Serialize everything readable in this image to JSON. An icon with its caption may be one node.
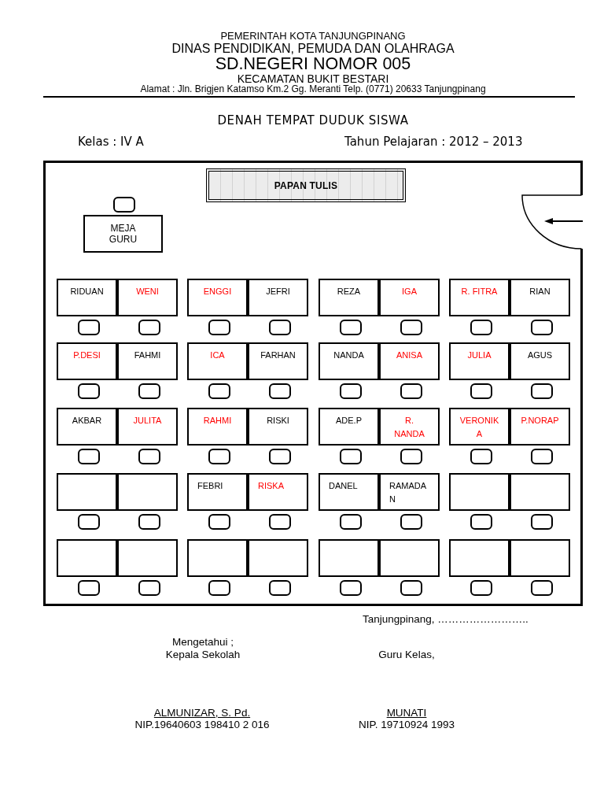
{
  "diagram": {
    "title": "DENAH TEMPAT DUDUK SISWA",
    "nodes": [
      {
        "text": [],
        "shape": "box"
      },
      {
        "text": [
          "PAPAN TULIS"
        ],
        "in": 0
      },
      {
        "text": [
          "MEJA GURU"
        ],
        "in": 0
      },
      {
        "text": [
          "RIDUAN"
        ],
        "in": 0
      },
      {
        "text": [
          "WENI"
        ],
        "in": 0
      },
      {
        "text": [
          "ENGGI"
        ],
        "in": 0
      },
      {
        "text": [
          "JEFRI"
        ],
        "in": 0
      },
      {
        "text": [
          "REZA"
        ],
        "in": 0
      },
      {
        "text": [
          "IGA"
        ],
        "in": 0
      },
      {
        "text": [
          "R. FITRA"
        ],
        "in": 0
      },
      {
        "text": [
          "RIAN"
        ],
        "in": 0
      },
      {
        "text": [
          "P.DESI"
        ],
        "in": 0
      },
      {
        "text": [
          "FAHMI"
        ],
        "in": 0
      },
      {
        "text": [
          "ICA"
        ],
        "in": 0
      },
      {
        "text": [
          "FARHAN"
        ],
        "in": 0
      },
      {
        "text": [
          "NANDA"
        ],
        "in": 0
      },
      {
        "text": [
          "ANISA"
        ],
        "in": 0
      },
      {
        "text": [
          "JULIA"
        ],
        "in": 0
      },
      {
        "text": [
          "AGUS"
        ],
        "in": 0
      },
      {
        "text": [
          "AKBAR"
        ],
        "in": 0
      },
      {
        "text": [
          "JULITA"
        ],
        "in": 0
      },
      {
        "text": [
          "RAHMI"
        ],
        "in": 0
      },
      {
        "text": [
          "RISKI"
        ],
        "in": 0
      },
      {
        "text": [
          "ADE.P"
        ],
        "in": 0
      },
      {
        "text": [
          "R. NANDA"
        ],
        "in": 0
      },
      {
        "text": [
          "VERONIKA"
        ],
        "in": 0
      },
      {
        "text": [
          "P.NORAP"
        ],
        "in": 0
      },
      {
        "text": [],
        "shape": "box",
        "in": 0
      },
      {
        "text": [],
        "shape": "box",
        "in": 0
      },
      {
        "text": [
          "FEBRI"
        ],
        "in": 0
      },
      {
        "text": [
          "RISKA"
        ],
        "in": 0
      },
      {
        "text": [
          "DANEL"
        ],
        "in": 0
      },
      {
        "text": [
          "RAMADAN"
        ],
        "in": 0
      },
      {
        "text": [],
        "shape": "box",
        "in": 0
      },
      {
        "text": [],
        "shape": "box",
        "in": 0
      },
      {
        "text": [],
        "shape": "box",
        "in": 0
      },
      {
        "text": [],
        "shape": "box",
        "in": 0
      },
      {
        "text": [],
        "shape": "box",
        "in": 0
      },
      {
        "text": [],
        "shape": "box",
        "in": 0
      },
      {
        "text": [],
        "shape": "box",
        "in": 0
      },
      {
        "text": [],
        "shape": "box",
        "in": 0
      },
      {
        "text": [],
        "shape": "box",
        "in": 0
      },
      {
        "text": [],
        "shape": "box",
        "in": 0
      }
    ],
    "labels": [
      "PEMERINTAH KOTA TANJUNGPINANG",
      "DINAS PENDIDIKAN, PEMUDA DAN OLAHRAGA",
      "SD.NEGERI NOMOR 005",
      "KECAMATAN BUKIT BESTARI",
      "Alamat : Jln. Brigjen Katamso Km.2 Gg. Meranti Telp. (0771) 20633 Tanjungpinang",
      "Kelas : IV A",
      "Tahun Pelajaran : 2012 – 2013",
      "Tanjungpinang, ……………………..",
      "Mengetahui ;",
      "Kepala Sekolah",
      "Guru Kelas,",
      "ALMUNIZAR, S. Pd.",
      "MUNATI",
      "NIP.19640603 198410 2 016",
      "NIP. 19710924 1993"
    ]
  }
}
